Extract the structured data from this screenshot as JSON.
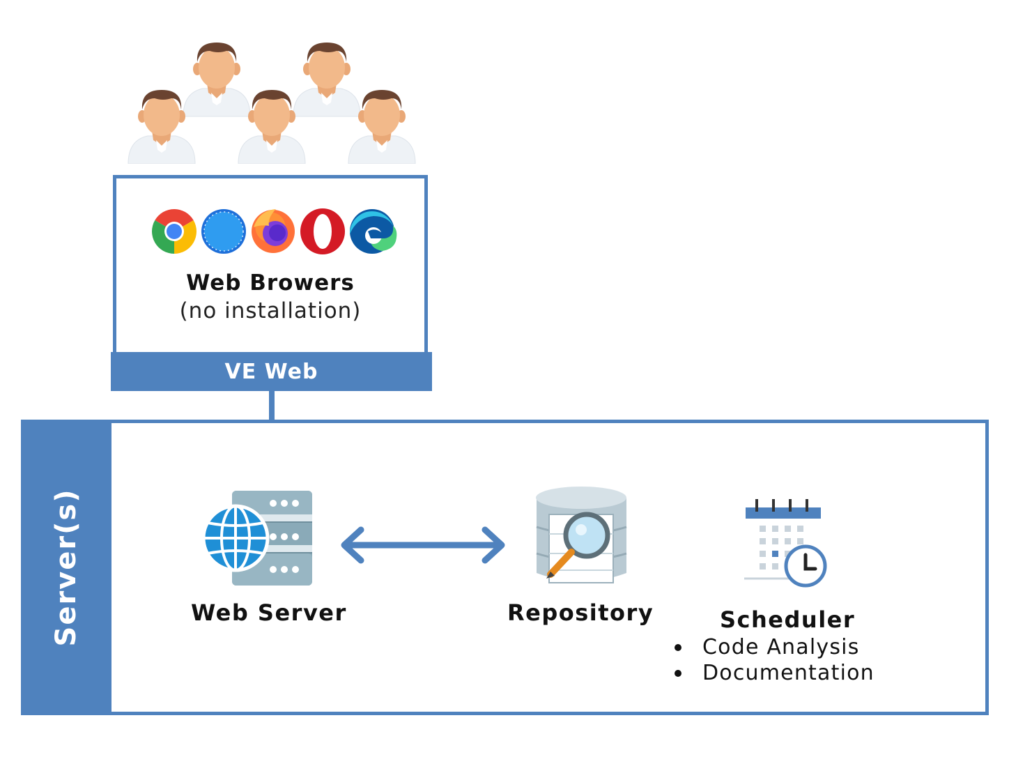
{
  "colors": {
    "accent": "#4f82be",
    "text": "#111111",
    "background": "#ffffff"
  },
  "users": {
    "count": 5,
    "icon": "person-icon"
  },
  "browsers": {
    "icons": [
      "chrome-icon",
      "safari-icon",
      "firefox-icon",
      "opera-icon",
      "edge-icon"
    ],
    "title": "Web Browers",
    "subtitle": "(no installation)",
    "footer": "VE Web"
  },
  "servers": {
    "label": "Server(s)",
    "web_server": {
      "label": "Web Server",
      "icon": "web-server-icon"
    },
    "repository": {
      "label": "Repository",
      "icon": "database-search-icon"
    },
    "scheduler": {
      "label": "Scheduler",
      "icon": "calendar-clock-icon",
      "items": [
        "Code Analysis",
        "Documentation"
      ]
    }
  }
}
